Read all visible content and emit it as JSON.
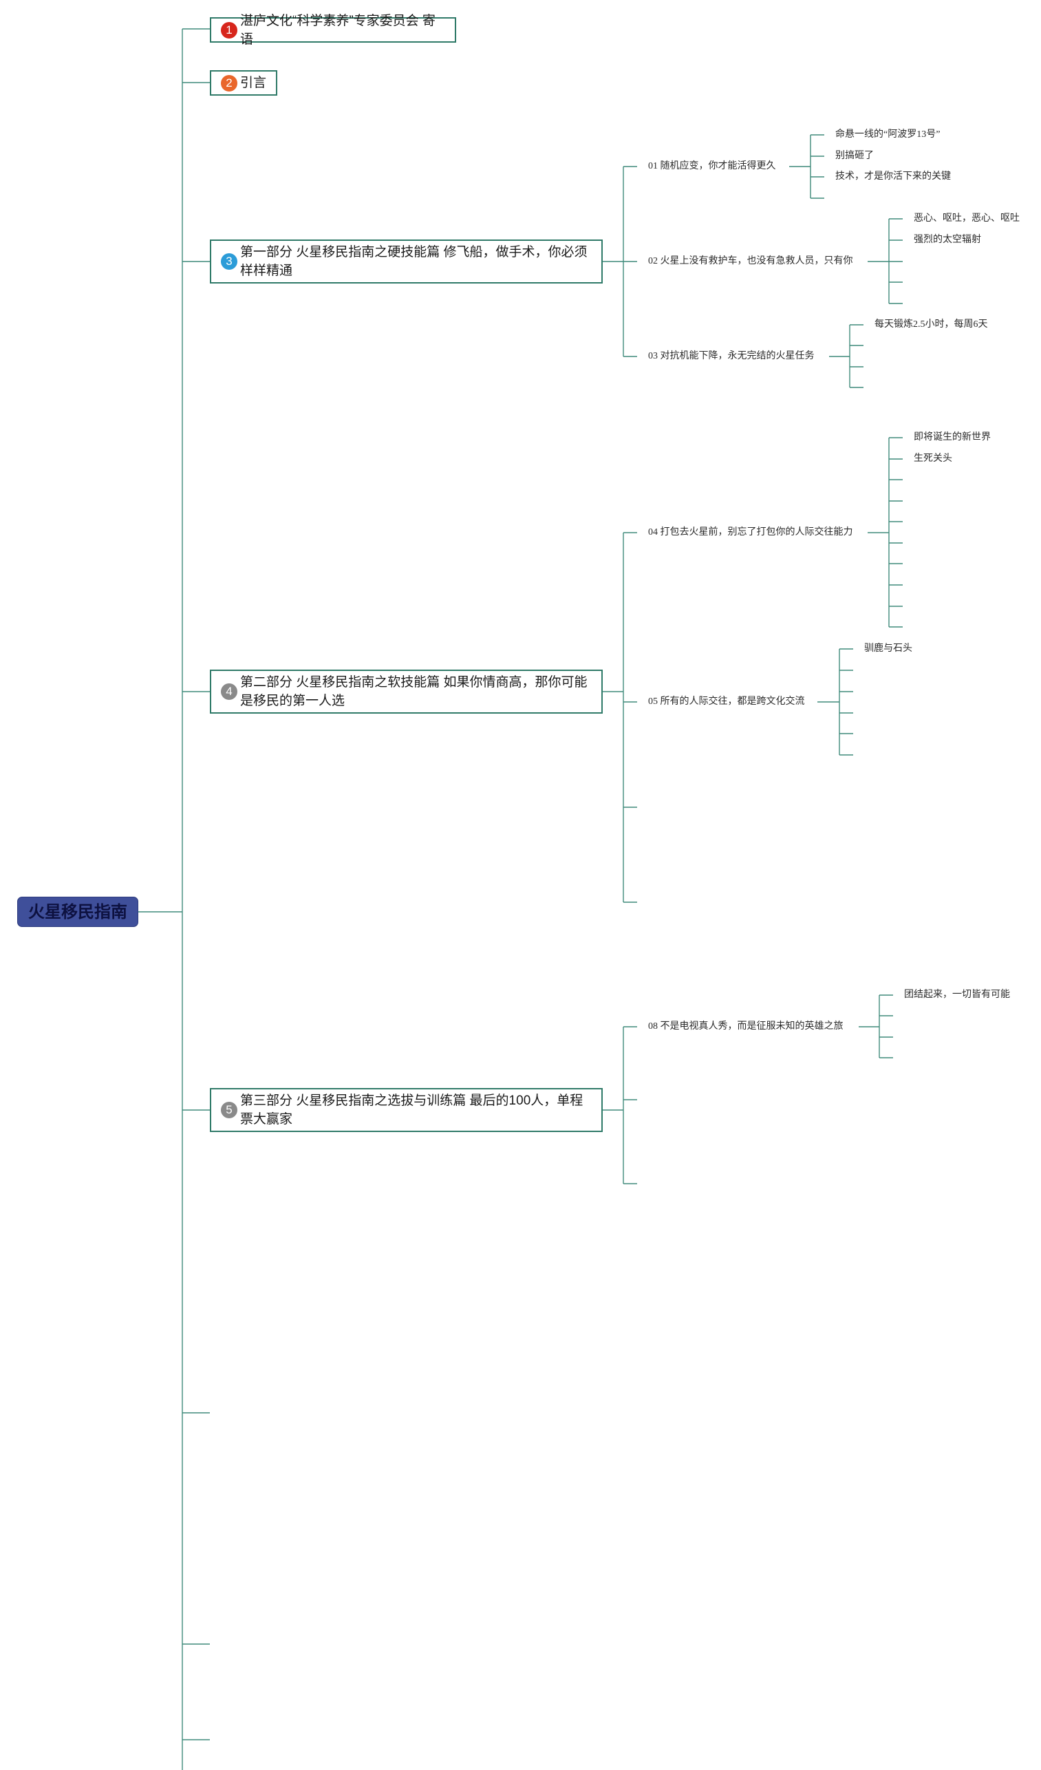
{
  "root": {
    "title": "火星移民指南"
  },
  "topics": [
    {
      "number": "1",
      "badge_color": "#d7261c",
      "title": "湛庐文化“科学素养”专家委员会 寄语"
    },
    {
      "number": "2",
      "badge_color": "#e9662b",
      "title": "引言"
    },
    {
      "number": "3",
      "badge_color": "#2b9cd8",
      "title": "第一部分 火星移民指南之硬技能篇 修飞船，做手术，你必须样样精通"
    },
    {
      "number": "4",
      "badge_color": "#8a8a8a",
      "title": "第二部分 火星移民指南之软技能篇 如果你情商高，那你可能是移民的第一人选"
    },
    {
      "number": "5",
      "badge_color": "#8a8a8a",
      "title": "第三部分 火星移民指南之选拔与训练篇 最后的100人，单程票大赢家"
    }
  ],
  "subtopics": {
    "s01": "01 随机应变，你才能活得更久",
    "s02": "02 火星上没有救护车，也没有急救人员，只有你",
    "s03": "03 对抗机能下降，永无完结的火星任务",
    "s04": "04 打包去火星前，别忘了打包你的人际交往能力",
    "s05": "05 所有的人际交往，都是跨文化交流",
    "s08": "08 不是电视真人秀，而是征服未知的英雄之旅"
  },
  "leaves": {
    "l01a": "命悬一线的“阿波罗13号”",
    "l01b": "别搞砸了",
    "l01c": "技术，才是你活下来的关键",
    "l02a": "恶心、呕吐，恶心、呕吐",
    "l02b": "强烈的太空辐射",
    "l03a": "每天锻炼2.5小时，每周6天",
    "l04a": "即将诞生的新世界",
    "l04b": "生死关头",
    "l05a": "驯鹿与石头",
    "l08a": "团结起来，一切皆有可能"
  },
  "colors": {
    "line": "#3f8a7a",
    "box_border": "#2f7a68",
    "root_fill": "#3f4f9a"
  }
}
